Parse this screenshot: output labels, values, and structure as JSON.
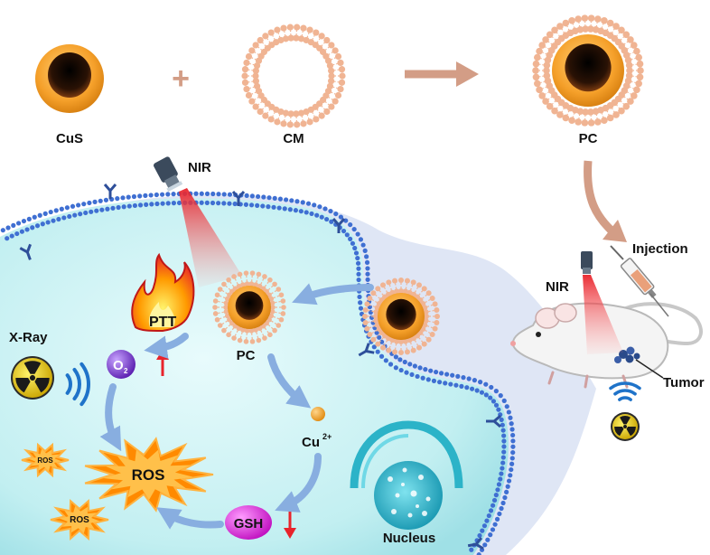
{
  "labels": {
    "cus": "CuS",
    "cm": "CM",
    "pc_top": "PC",
    "nir_cell": "NIR",
    "nir_mouse": "NIR",
    "injection": "Injection",
    "tumor": "Tumor",
    "ptt": "PTT",
    "pc_cell": "PC",
    "xray": "X-Ray",
    "o2_base": "O",
    "o2_sub": "2",
    "cu_base": "Cu",
    "cu_sup": "2+",
    "ros_main": "ROS",
    "ros_small_1": "ROS",
    "ros_small_2": "ROS",
    "gsh": "GSH",
    "nucleus": "Nucleus",
    "plus": "+"
  },
  "colors": {
    "cell_fill": "#bdeef0",
    "outer_fill": "#dfe6f5",
    "membrane_head": "#3f6fd2",
    "lipid_head": "#f0b493",
    "core_orange": "#f5a02a",
    "arrow_blue": "#88aee0",
    "arrow_brown": "#d39d86",
    "beam_red": "#e8232b",
    "o2_purple": "#7a3bd0",
    "gsh_magenta": "#e23ce0",
    "ros_orange": "#ff8a00",
    "nucleus_teal": "#2cb3c8",
    "radiation_yellow": "#f2c700"
  },
  "icons": [
    "flame-icon",
    "radiation-icon",
    "wave-icon",
    "syringe-icon",
    "mouse-icon",
    "nir-lamp-icon",
    "receptor-icon"
  ]
}
